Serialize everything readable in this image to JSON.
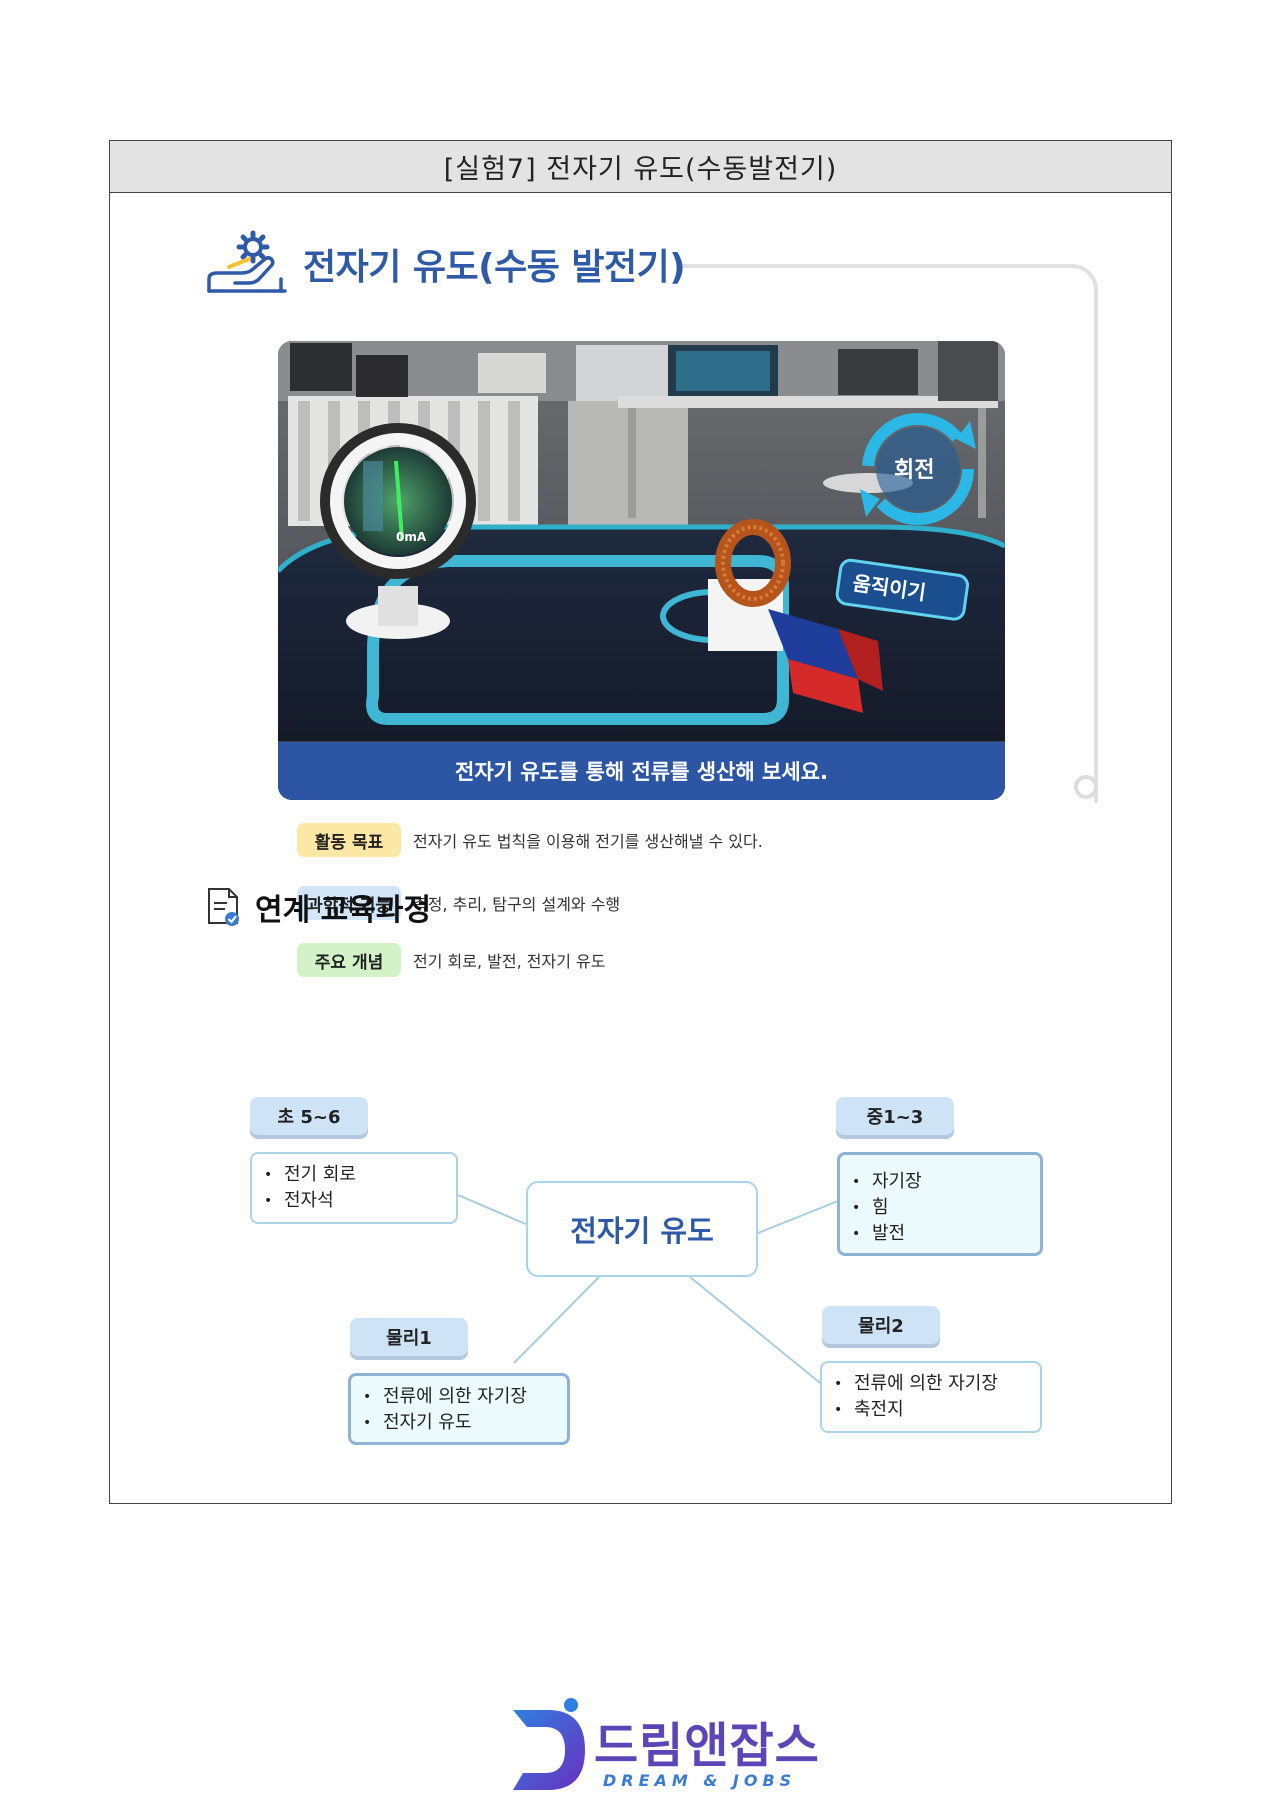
{
  "header": {
    "title": "[실험7]  전자기  유도(수동발전기)"
  },
  "main": {
    "title": "전자기 유도(수동 발전기)",
    "hero": {
      "caption": "전자기 유도를 통해 전류를 생산해 보세요.",
      "meter_reading": "0mA",
      "rotate_label": "회전",
      "move_label": "움직이기"
    }
  },
  "info": [
    {
      "tag": "활동 목표",
      "text": "전자기 유도 법칙을 이용해 전기를 생산해낼 수 있다.",
      "color": "#fde7a4"
    },
    {
      "tag": "과학적 기능",
      "text": "측정, 추리, 탐구의 설계와 수행",
      "color": "#d3e6f8"
    },
    {
      "tag": "주요 개념",
      "text": "전기 회로, 발전, 전자기 유도",
      "color": "#d3f2c8"
    }
  ],
  "curriculum": {
    "title": "연계 교육과정",
    "center": "전자기 유도",
    "nodes": [
      {
        "label": "초 5~6",
        "items": [
          "전기 회로",
          "전자석"
        ]
      },
      {
        "label": "중1~3",
        "items": [
          "자기장",
          "힘",
          "발전"
        ]
      },
      {
        "label": "물리1",
        "items": [
          "전류에 의한 자기장",
          "전자기 유도"
        ]
      },
      {
        "label": "물리2",
        "items": [
          "전류에 의한 자기장",
          "축전지"
        ]
      }
    ]
  },
  "footer": {
    "logo_ko": "드림앤잡스",
    "logo_en": "DREAM & JOBS"
  }
}
